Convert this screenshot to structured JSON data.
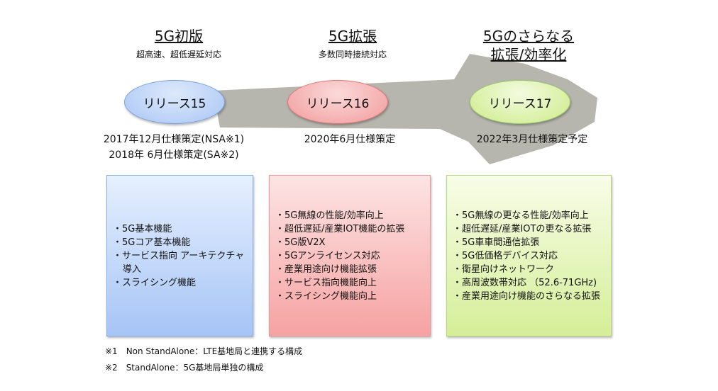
{
  "columns": [
    {
      "title": [
        "5G初版"
      ],
      "subtitle": "超高速、超低遅延対応",
      "release": "リリース15",
      "dates": [
        "2017年12月仕様策定(NSA※1)",
        "2018年 6月仕様策定(SA※2)"
      ],
      "items": [
        "5G基本機能",
        "5Gコア基本機能",
        "サービス指向 アーキテクチャ導入",
        "スライシング機能"
      ]
    },
    {
      "title": [
        "5G拡張"
      ],
      "subtitle": "多数同時接続対応",
      "release": "リリース16",
      "dates": [
        "2020年6月仕様策定"
      ],
      "items": [
        "5G無線の性能/効率向上",
        "超低遅延/産業IOT機能の拡張",
        "5G版V2X",
        "5Gアンライセンス対応",
        "産業用途向け機能拡張",
        "サービス指向機能向上",
        "スライシング機能向上"
      ]
    },
    {
      "title": [
        "5Gのさらなる",
        "拡張/効率化"
      ],
      "subtitle": "",
      "release": "リリース17",
      "dates": [
        "2022年3月仕様策定予定"
      ],
      "items": [
        "5G無線の更なる性能/効率向上",
        "超低遅延/産業IOTの更なる拡張",
        "5G車車間通信拡張",
        "5G低価格デバイス対応",
        "衛星向けネットワーク",
        "高周波数帯対応 （52.6-71GHz)",
        "産業用途向け機能のさらなる拡張"
      ]
    }
  ],
  "footnotes": [
    "※1　Non StandAlone：LTE基地局と連携する構成",
    "※2　StandAlone：5G基地局単独の構成"
  ],
  "colors": {
    "blue": "#a9c6f5",
    "red": "#f5a3a3",
    "green": "#d8f09a",
    "arrow": "#a9a9a0"
  }
}
